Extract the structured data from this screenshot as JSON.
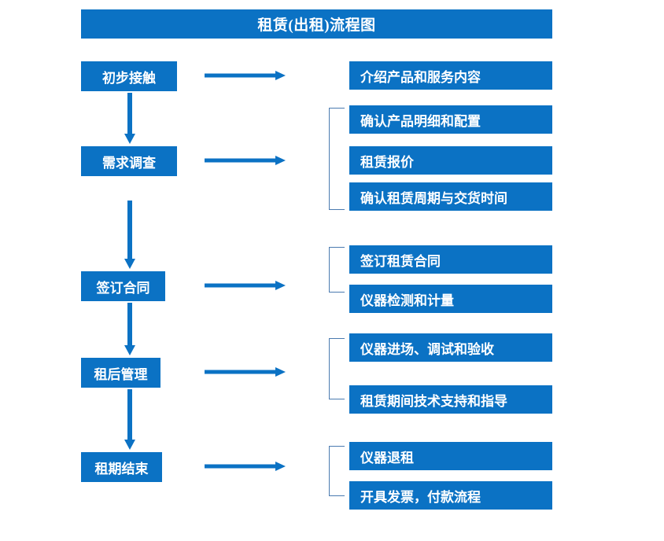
{
  "diagram": {
    "title": "租赁(出租)流程图",
    "colors": {
      "box_fill": "#0b72c4",
      "box_text": "#ffffff",
      "arrow": "#0b72c4",
      "bracket": "#4a7ab0",
      "background": "#ffffff"
    },
    "stages": [
      {
        "label": "初步接触"
      },
      {
        "label": "需求调查"
      },
      {
        "label": "签订合同"
      },
      {
        "label": "租后管理"
      },
      {
        "label": "租期结束"
      }
    ],
    "details": [
      {
        "label": "介绍产品和服务内容"
      },
      {
        "label": "确认产品明细和配置"
      },
      {
        "label": "租赁报价"
      },
      {
        "label": "确认租赁周期与交货时间"
      },
      {
        "label": "签订租赁合同"
      },
      {
        "label": "仪器检测和计量"
      },
      {
        "label": "仪器进场、调试和验收"
      },
      {
        "label": "租赁期间技术支持和指导"
      },
      {
        "label": "仪器退租"
      },
      {
        "label": "开具发票，付款流程"
      }
    ],
    "groups": [
      {
        "stage": "需求调查",
        "details": [
          "确认产品明细和配置",
          "租赁报价",
          "确认租赁周期与交货时间"
        ]
      },
      {
        "stage": "签订合同",
        "details": [
          "签订租赁合同",
          "仪器检测和计量"
        ]
      },
      {
        "stage": "租后管理",
        "details": [
          "仪器进场、调试和验收",
          "租赁期间技术支持和指导"
        ]
      },
      {
        "stage": "租期结束",
        "details": [
          "仪器退租",
          "开具发票，付款流程"
        ]
      }
    ]
  }
}
